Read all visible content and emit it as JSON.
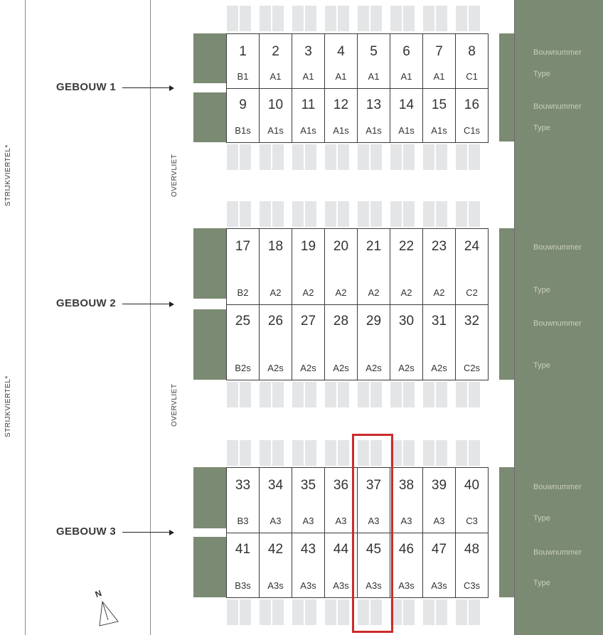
{
  "streets": {
    "left": "STRIJKVIERTEL*",
    "middle": "OVERVLIET"
  },
  "panel_labels": {
    "number": "Bouwnummer",
    "type": "Type"
  },
  "compass": "N",
  "buildings": [
    {
      "label": "GEBOUW 1",
      "rows": [
        {
          "numbers": [
            "1",
            "2",
            "3",
            "4",
            "5",
            "6",
            "7",
            "8"
          ],
          "types": [
            "B1",
            "A1",
            "A1",
            "A1",
            "A1",
            "A1",
            "A1",
            "C1"
          ]
        },
        {
          "numbers": [
            "9",
            "10",
            "11",
            "12",
            "13",
            "14",
            "15",
            "16"
          ],
          "types": [
            "B1s",
            "A1s",
            "A1s",
            "A1s",
            "A1s",
            "A1s",
            "A1s",
            "C1s"
          ]
        }
      ]
    },
    {
      "label": "GEBOUW 2",
      "rows": [
        {
          "numbers": [
            "17",
            "18",
            "19",
            "20",
            "21",
            "22",
            "23",
            "24"
          ],
          "types": [
            "B2",
            "A2",
            "A2",
            "A2",
            "A2",
            "A2",
            "A2",
            "C2"
          ]
        },
        {
          "numbers": [
            "25",
            "26",
            "27",
            "28",
            "29",
            "30",
            "31",
            "32"
          ],
          "types": [
            "B2s",
            "A2s",
            "A2s",
            "A2s",
            "A2s",
            "A2s",
            "A2s",
            "C2s"
          ]
        }
      ]
    },
    {
      "label": "GEBOUW 3",
      "rows": [
        {
          "numbers": [
            "33",
            "34",
            "35",
            "36",
            "37",
            "38",
            "39",
            "40"
          ],
          "types": [
            "B3",
            "A3",
            "A3",
            "A3",
            "A3",
            "A3",
            "A3",
            "C3"
          ]
        },
        {
          "numbers": [
            "41",
            "42",
            "43",
            "44",
            "45",
            "46",
            "47",
            "48"
          ],
          "types": [
            "B3s",
            "A3s",
            "A3s",
            "A3s",
            "A3s",
            "A3s",
            "A3s",
            "C3s"
          ]
        }
      ]
    }
  ],
  "highlighted_column": 5,
  "colors": {
    "green": "#7b8a72",
    "highlight": "#cc2b2b",
    "parking": "#e4e5e7"
  }
}
